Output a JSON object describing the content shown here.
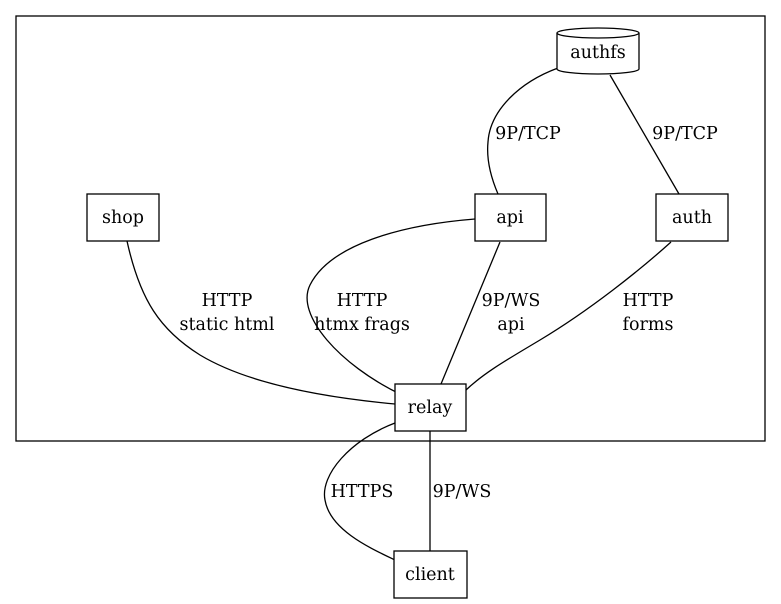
{
  "nodes": {
    "authfs": "authfs",
    "shop": "shop",
    "api": "api",
    "auth": "auth",
    "relay": "relay",
    "client": "client"
  },
  "edges": {
    "authfs_api": "9P/TCP",
    "authfs_auth": "9P/TCP",
    "shop_relay_1": "HTTP",
    "shop_relay_2": "static html",
    "api_relay_http_1": "HTTP",
    "api_relay_http_2": "htmx frags",
    "api_relay_ws_1": "9P/WS",
    "api_relay_ws_2": "api",
    "auth_relay_1": "HTTP",
    "auth_relay_2": "forms",
    "relay_client_https": "HTTPS",
    "relay_client_ws": "9P/WS"
  }
}
